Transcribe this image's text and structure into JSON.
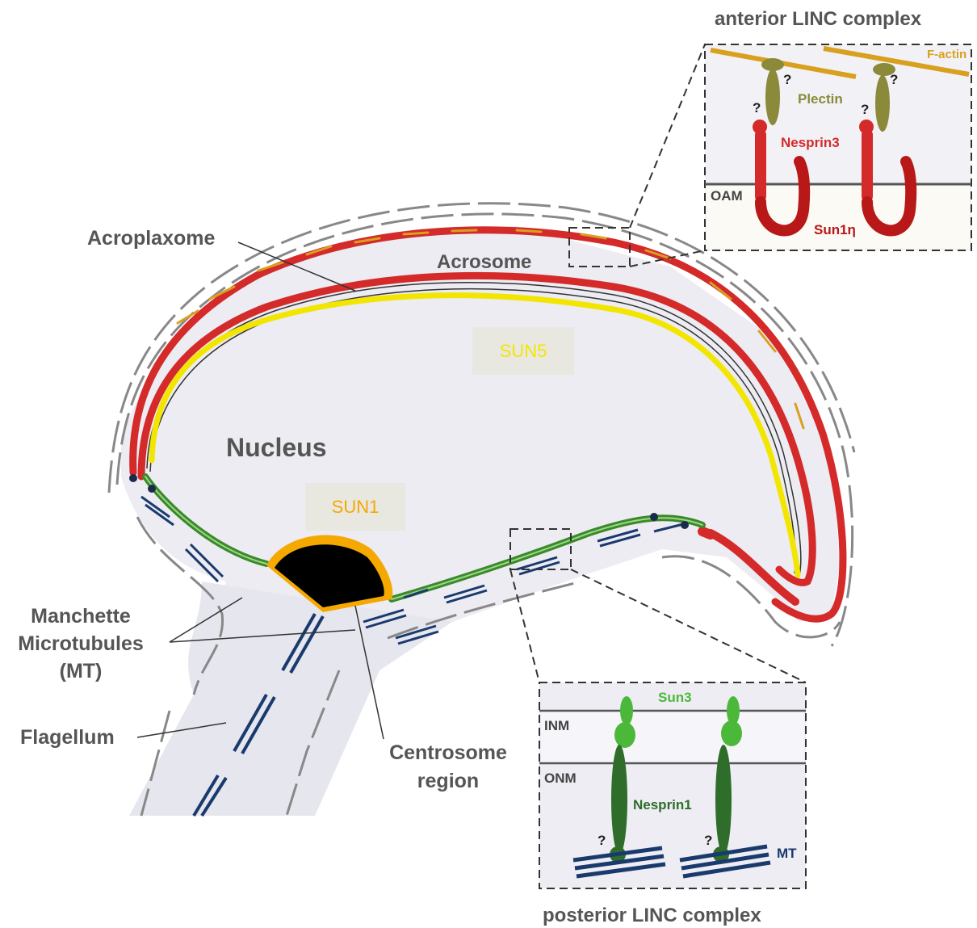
{
  "titles": {
    "anterior": "anterior LINC complex",
    "posterior": "posterior LINC complex"
  },
  "labels": {
    "acroplaxome": "Acroplaxome",
    "acrosome": "Acrosome",
    "nucleus": "Nucleus",
    "manchette_line1": "Manchette",
    "manchette_line2": "Microtubules",
    "manchette_line3": "(MT)",
    "flagellum": "Flagellum",
    "centrosome_line1": "Centrosome",
    "centrosome_line2": "region"
  },
  "tags": {
    "sun5": "SUN5",
    "sun1": "SUN1"
  },
  "anterior_inset": {
    "factin": "F-actin",
    "plectin": "Plectin",
    "nesprin3": "Nesprin3",
    "oam": "OAM",
    "sun1eta": "Sun1η",
    "q": "?"
  },
  "posterior_inset": {
    "sun3": "Sun3",
    "inm": "INM",
    "onm": "ONM",
    "nesprin1": "Nesprin1",
    "mt": "MT",
    "q": "?"
  },
  "colors": {
    "sun5": "#f2e600",
    "sun1": "#f5a800",
    "acrosome_red": "#d42a2a",
    "lamina_green": "#3a8a2a",
    "microtubule_blue": "#1a3a6e",
    "factin_orange": "#d9a020",
    "plectin_olive": "#8a8a3a",
    "label_gray": "#555555"
  }
}
